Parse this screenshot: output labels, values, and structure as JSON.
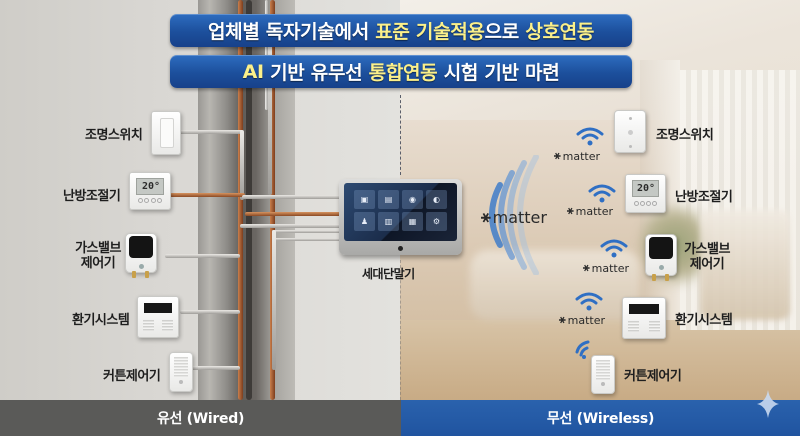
{
  "headline": {
    "line1": {
      "segments": [
        {
          "text": "업체별 독자기술에서 ",
          "highlight": false
        },
        {
          "text": "표준 기술적용",
          "highlight": true
        },
        {
          "text": "으로 ",
          "highlight": false
        },
        {
          "text": "상호연동",
          "highlight": true
        }
      ]
    },
    "line2": {
      "segments": [
        {
          "text": "AI",
          "highlight": true
        },
        {
          "text": " 기반 유무선 ",
          "highlight": false
        },
        {
          "text": "통합연동",
          "highlight": true
        },
        {
          "text": " 시험 기반 마련",
          "highlight": false
        }
      ]
    }
  },
  "wired": {
    "devices": [
      {
        "label": "조명스위치",
        "icon": "light-switch-icon"
      },
      {
        "label": "난방조절기",
        "icon": "thermostat-icon",
        "display": "20°"
      },
      {
        "label_line1": "가스밸브",
        "label_line2": "제어기",
        "icon": "gas-valve-icon"
      },
      {
        "label": "환기시스템",
        "icon": "ventilation-icon"
      },
      {
        "label": "커튼제어기",
        "icon": "curtain-controller-icon"
      }
    ],
    "footer": "유선 (Wired)"
  },
  "hub": {
    "label": "세대단말기",
    "icon": "wall-pad-icon",
    "tiles": [
      "▣",
      "▤",
      "◉",
      "◐",
      "♟",
      "▥",
      "▦",
      "⚙"
    ]
  },
  "wireless": {
    "protocol": "matter",
    "devices": [
      {
        "label": "조명스위치",
        "icon": "light-switch-icon",
        "protocol": "matter"
      },
      {
        "label": "난방조절기",
        "icon": "thermostat-icon",
        "display": "20°",
        "protocol": "matter"
      },
      {
        "label_line1": "가스밸브",
        "label_line2": "제어기",
        "icon": "gas-valve-icon",
        "protocol": "matter"
      },
      {
        "label": "환기시스템",
        "icon": "ventilation-icon",
        "protocol": "matter"
      },
      {
        "label": "커튼제어기",
        "icon": "curtain-controller-icon"
      }
    ],
    "footer": "무선 (Wireless)"
  },
  "colors": {
    "banner_blue": "#1c4f9c",
    "highlight_yellow": "#fbf08a",
    "wired_bar": "#5a5a58",
    "wireless_bar": "#2358a0",
    "wifi_blue": "#2f6fc4"
  }
}
